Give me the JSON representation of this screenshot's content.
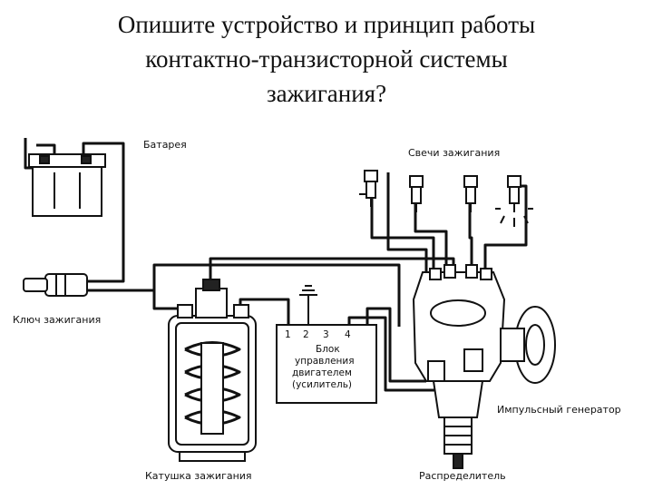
{
  "title": {
    "line1": "Опишите устройство и принцип работы",
    "line2": "контактно-транзисторной системы",
    "line3": "зажигания?"
  },
  "labels": {
    "battery": "Батарея",
    "spark_plugs": "Свечи зажигания",
    "ignition_key": "Ключ зажигания",
    "control_unit_line1": "Блок",
    "control_unit_line2": "управления",
    "control_unit_line3": "двигателем",
    "control_unit_line4": "(усилитель)",
    "pulse_generator": "Импульсный генератор",
    "ignition_coil": "Катушка зажигания",
    "distributor": "Распределитель"
  },
  "terminals": [
    "1",
    "2",
    "3",
    "4"
  ]
}
